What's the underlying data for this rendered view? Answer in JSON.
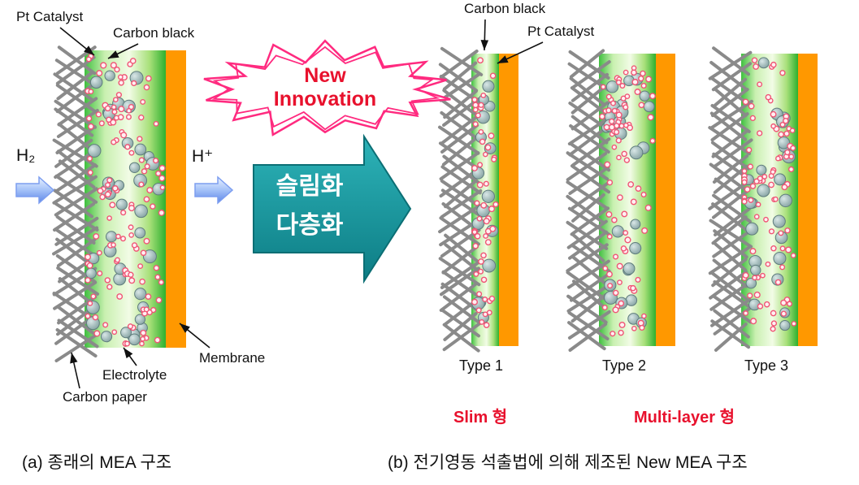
{
  "colors": {
    "membrane": "#ff9800",
    "electrolyte_light": "#f2fce6",
    "electrolyte_green": "#2eb02e",
    "carbon_paper": "#8a8a8a",
    "carbon_particle": "#9db6b6",
    "pt_particle_ring": "#f05575",
    "big_arrow": "#16959d",
    "big_arrow_dark": "#0b6e74",
    "small_arrow": "#7d9ef0",
    "accent_red": "#e8112d",
    "starburst_pink": "#ff2a7f",
    "label_arrow": "#111111"
  },
  "diagram_a": {
    "pt_catalyst_label": "Pt Catalyst",
    "carbon_black_label": "Carbon black",
    "h2_label": "H₂",
    "h_plus_label": "H⁺",
    "membrane_label": "Membrane",
    "electrolyte_label": "Electrolyte",
    "carbon_paper_label": "Carbon paper",
    "caption": "(a) 종래의 MEA 구조"
  },
  "center": {
    "starburst_line1": "New",
    "starburst_line2": "Innovation",
    "arrow_label_line1": "슬림화",
    "arrow_label_line2": "다층화"
  },
  "diagram_b": {
    "carbon_black_label": "Carbon black",
    "pt_catalyst_label": "Pt Catalyst",
    "type_labels": [
      "Type 1",
      "Type 2",
      "Type 3"
    ],
    "slim_label": "Slim 형",
    "multilayer_label": "Multi-layer 형",
    "caption": "(b) 전기영동 석출법에 의해 제조된 New MEA 구조"
  }
}
